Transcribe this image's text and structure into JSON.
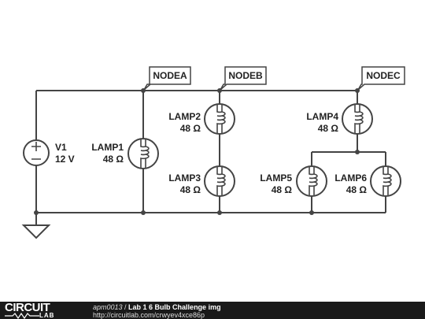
{
  "components": {
    "v1": {
      "name": "V1",
      "value": "12 V"
    },
    "lamp1": {
      "name": "LAMP1",
      "value": "48 Ω"
    },
    "lamp2": {
      "name": "LAMP2",
      "value": "48 Ω"
    },
    "lamp3": {
      "name": "LAMP3",
      "value": "48 Ω"
    },
    "lamp4": {
      "name": "LAMP4",
      "value": "48 Ω"
    },
    "lamp5": {
      "name": "LAMP5",
      "value": "48 Ω"
    },
    "lamp6": {
      "name": "LAMP6",
      "value": "48 Ω"
    }
  },
  "nodes": {
    "a": "NODEA",
    "b": "NODEB",
    "c": "NODEC"
  },
  "footer": {
    "logo_word": "CIRCUIT",
    "logo_sub": "LAB",
    "user": "apm0013",
    "separator": " / ",
    "title": "Lab 1 6 Bulb Challenge img",
    "url": "http://circuitlab.com/crwyev4xce86p"
  },
  "colors": {
    "wire": "#444444",
    "footer_bg": "#1a1a1a"
  }
}
